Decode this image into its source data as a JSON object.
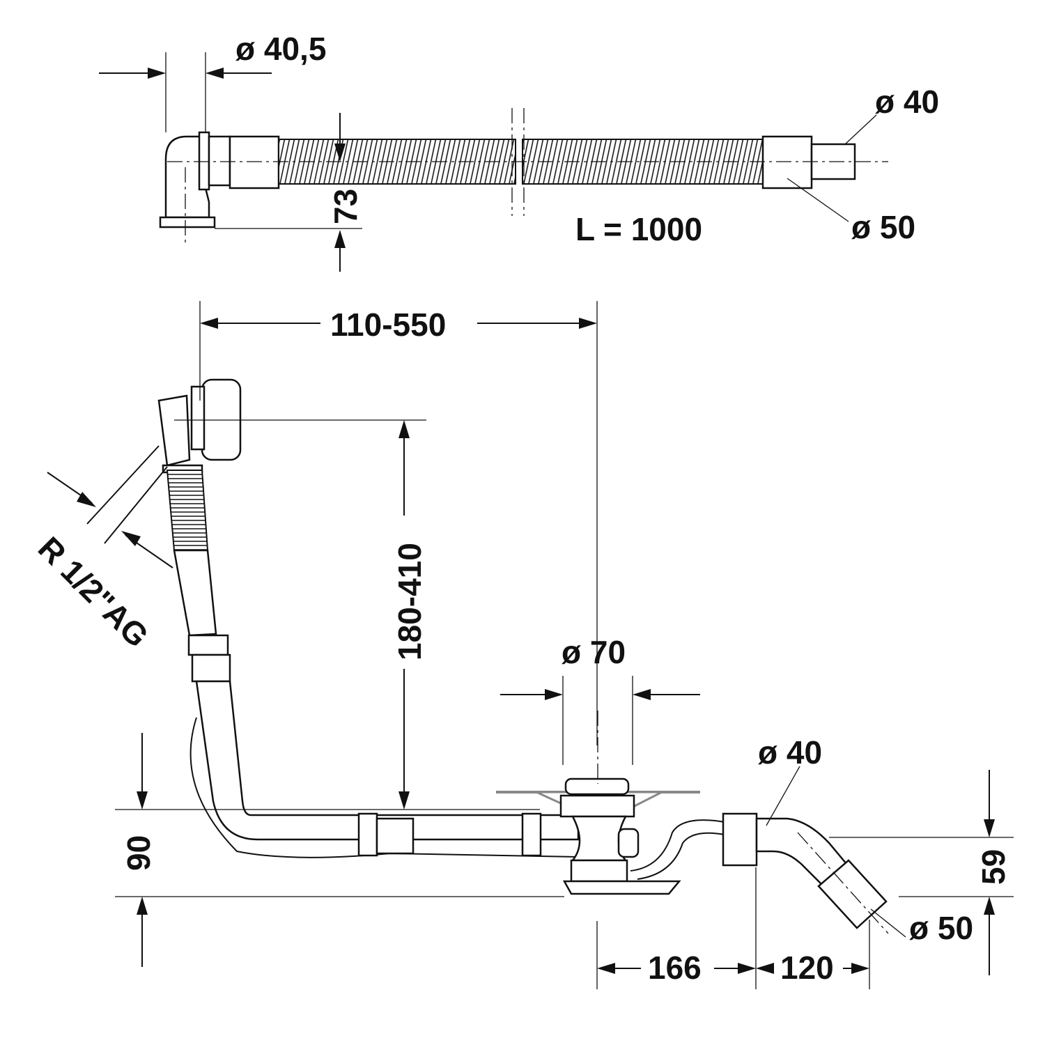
{
  "top_view": {
    "elbow_diameter": "ø 40,5",
    "outlet_diameter": "ø 40",
    "height": "73",
    "hose_length": "L = 1000",
    "sleeve_diameter": "ø 50"
  },
  "front_view": {
    "horizontal_range": "110-550",
    "thread": "R 1/2\"AG",
    "vertical_range": "180-410",
    "drain_diameter": "ø 70",
    "outlet_diameter": "ø 40",
    "base_height": "90",
    "outlet_height": "59",
    "sleeve_diameter": "ø 50",
    "offset_1": "166",
    "offset_2": "120"
  },
  "colors": {
    "line": "#111111",
    "tub_edge": "#888888"
  }
}
